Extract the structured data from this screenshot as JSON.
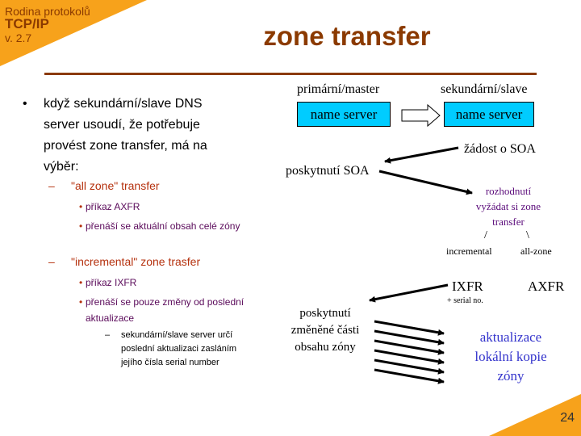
{
  "brand": {
    "line1": "Rodina protokolů",
    "line2": "TCP/IP",
    "line3": "v. 2.7"
  },
  "title": "zone transfer",
  "page_number": "24",
  "bullets": {
    "main": "když sekundární/slave DNS server usoudí, že potřebuje provést zone transfer, má na výběr:",
    "all_zone": {
      "label": "\"all zone\" transfer",
      "items": [
        "příkaz AXFR",
        "přenáší se aktuální obsah celé zóny"
      ]
    },
    "incremental": {
      "label": "\"incremental\" zone trasfer",
      "items": [
        "příkaz IXFR",
        "přenáší se pouze změny od poslední aktualizace"
      ],
      "sub": "sekundární/slave server určí poslední aktualizaci zasláním jejího čísla serial number"
    }
  },
  "diagram": {
    "primary_label": "primární/master",
    "secondary_label": "sekundární/slave",
    "primary_box": "name server",
    "secondary_box": "name server",
    "soa_request": "žádost o SOA",
    "soa_response": "poskytnutí SOA",
    "decide": [
      "rozhodnutí",
      "vyžádat si zone",
      "transfer"
    ],
    "slashes": [
      "/",
      "\\"
    ],
    "incremental": "incremental",
    "allzone": "all-zone",
    "ixfr": "IXFR",
    "axfr": "AXFR",
    "serial": "+ serial no.",
    "provide_changed": [
      "poskytnutí",
      "změněné části",
      "obsahu zóny"
    ],
    "update_local": [
      "aktualizace",
      "lokální kopie",
      "zóny"
    ]
  },
  "colors": {
    "accent": "#f7a21b",
    "title": "#8b3a00",
    "box_fill": "#00ccff",
    "decision_text": "#5a0a7a",
    "update_text": "#3333cc",
    "l2_text": "#b5310e",
    "l3_text": "#5a0a5a"
  }
}
